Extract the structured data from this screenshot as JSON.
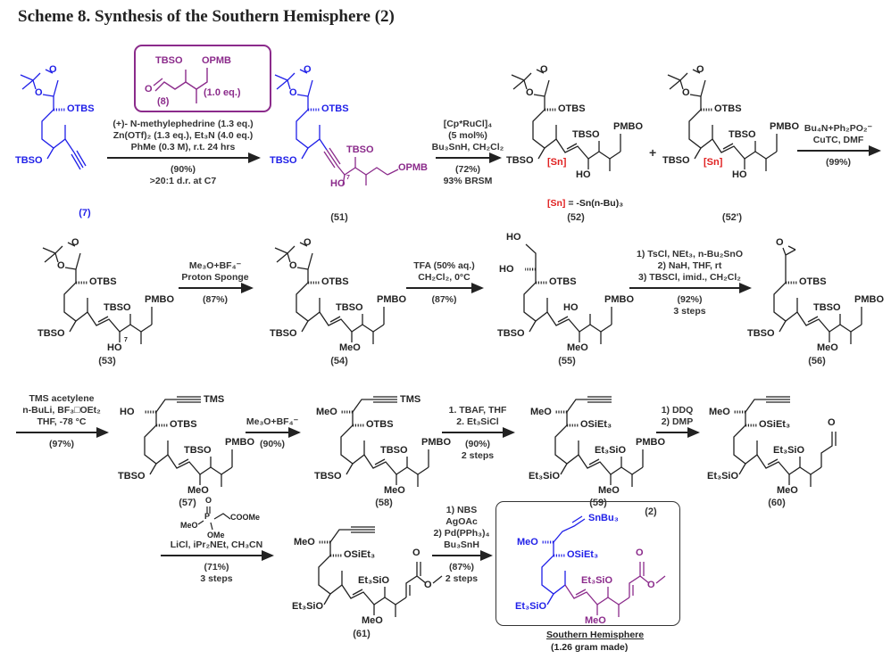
{
  "title": "Scheme 8. Synthesis of the Southern Hemisphere (2)",
  "colors": {
    "blue": "#1f1fe8",
    "purple": "#8b2b8b",
    "red": "#e02020",
    "black": "#222222"
  },
  "atom_O": "O",
  "reagent8": {
    "tbso": "TBSO",
    "opmb": "OPMB",
    "o": "O",
    "label": "(8)",
    "eq": "(1.0 eq.)"
  },
  "phosphonate": {
    "meo": "MeO",
    "p": "P",
    "o": "O",
    "ome": "OMe",
    "coome": "COOMe"
  },
  "plus": "+",
  "sn_def": {
    "tag": "[Sn]",
    "text": " = -Sn(n-Bu)₃"
  },
  "compounds": {
    "c7": {
      "label": "(7)",
      "subs": {
        "otbs": "OTBS",
        "tbso_a": "TBSO"
      }
    },
    "c51": {
      "label": "(51)",
      "subs": {
        "otbs": "OTBS",
        "tbso_a": "TBSO",
        "mid": "HO",
        "mid_note": "7",
        "tbso_b": "TBSO",
        "pmbo": "OPMB"
      }
    },
    "c52": {
      "label": "(52)",
      "subs": {
        "otbs": "OTBS",
        "tbso_a": "TBSO",
        "sn": "[Sn]",
        "mid": "HO",
        "tbso_b": "TBSO",
        "pmbo": "PMBO"
      }
    },
    "c52p": {
      "label": "(52')",
      "subs": {
        "otbs": "OTBS",
        "tbso_a": "TBSO",
        "sn": "[Sn]",
        "mid": "HO",
        "tbso_b": "TBSO",
        "pmbo": "PMBO"
      }
    },
    "c53": {
      "label": "(53)",
      "subs": {
        "otbs": "OTBS",
        "tbso_a": "TBSO",
        "mid": "HO",
        "mid_note": "7",
        "tbso_b": "TBSO",
        "pmbo": "PMBO"
      }
    },
    "c54": {
      "label": "(54)",
      "subs": {
        "otbs": "OTBS",
        "tbso_a": "TBSO",
        "mid": "MeO",
        "tbso_b": "TBSO",
        "pmbo": "PMBO"
      }
    },
    "c55": {
      "label": "(55)",
      "subs": {
        "head_top": "HO",
        "head_left": "HO",
        "otbs": "OTBS",
        "tbso_a": "TBSO",
        "mid": "MeO",
        "tbso_b": "HO",
        "pmbo": "PMBO"
      }
    },
    "c56": {
      "label": "(56)",
      "subs": {
        "epox": "O",
        "otbs": "OTBS",
        "tbso_a": "TBSO",
        "mid": "MeO",
        "tbso_b": "TBSO",
        "pmbo": "PMBO"
      }
    },
    "c57": {
      "label": "(57)",
      "subs": {
        "head_left": "HO",
        "tms": "TMS",
        "otbs": "OTBS",
        "tbso_a": "TBSO",
        "mid": "MeO",
        "tbso_b": "TBSO",
        "pmbo": "PMBO"
      }
    },
    "c58": {
      "label": "(58)",
      "subs": {
        "head_left": "MeO",
        "tms": "TMS",
        "otbs": "OTBS",
        "tbso_a": "TBSO",
        "mid": "MeO",
        "tbso_b": "TBSO",
        "pmbo": "PMBO"
      }
    },
    "c59": {
      "label": "(59)",
      "subs": {
        "head_left": "MeO",
        "otbs": "OSiEt₃",
        "tbso_a": "Et₃SiO",
        "mid": "MeO",
        "tbso_b": "Et₃SiO",
        "pmbo": "PMBO"
      }
    },
    "c60": {
      "label": "(60)",
      "subs": {
        "head_left": "MeO",
        "otbs": "OSiEt₃",
        "tbso_a": "Et₃SiO",
        "mid": "MeO",
        "tbso_b": "Et₃SiO",
        "end_o": "O"
      }
    },
    "c61": {
      "label": "(61)",
      "subs": {
        "head_left": "MeO",
        "otbs": "OSiEt₃",
        "tbso_a": "Et₃SiO",
        "mid": "MeO",
        "tbso_b": "Et₃SiO",
        "end_o": "O",
        "ester_o": "O"
      }
    },
    "c2": {
      "label": "(2)",
      "subs": {
        "head_left": "MeO",
        "snbu3": "SnBu₃",
        "otbs": "OSiEt₃",
        "tbso_a": "Et₃SiO",
        "mid": "MeO",
        "tbso_b": "Et₃SiO",
        "end_o": "O",
        "ester_o": "O"
      },
      "name": "Southern Hemisphere",
      "note": "(1.26 gram made)"
    }
  },
  "steps": [
    {
      "above": [
        "(+)- N-methylephedrine (1.3 eq.)",
        "Zn(OTf)₂ (1.3 eq.), Et₃N (4.0 eq.)",
        "PhMe (0.3 M), r.t. 24 hrs"
      ],
      "below": [
        "(90%)",
        ">20:1 d.r. at C7"
      ]
    },
    {
      "above": [
        "[Cp*RuCl]₄",
        "(5 mol%)",
        "Bu₃SnH, CH₂Cl₂"
      ],
      "below": [
        "(72%)",
        "93% BRSM"
      ]
    },
    {
      "above": [
        "Bu₄N+Ph₂PO₂⁻",
        "CuTC, DMF"
      ],
      "below": [
        "(99%)"
      ]
    },
    {
      "above": [
        "Me₃O+BF₄⁻",
        "Proton Sponge"
      ],
      "below": [
        "(87%)"
      ]
    },
    {
      "above": [
        "TFA (50% aq.)",
        "CH₂Cl₂, 0°C"
      ],
      "below": [
        "(87%)"
      ]
    },
    {
      "above": [
        "1) TsCl, NEt₃, n-Bu₂SnO",
        "2) NaH, THF, rt",
        "3) TBSCl, imid., CH₂Cl₂"
      ],
      "below": [
        "(92%)",
        "3 steps"
      ]
    },
    {
      "above": [
        "TMS acetylene",
        "n-BuLi, BF₃□OEt₂",
        "THF, -78 °C"
      ],
      "below": [
        "(97%)"
      ]
    },
    {
      "above": [
        "Me₃O+BF₄⁻"
      ],
      "below": [
        "(90%)"
      ]
    },
    {
      "above": [
        "1. TBAF, THF",
        "2. Et₃SiCl"
      ],
      "below": [
        "(90%)",
        "2 steps"
      ]
    },
    {
      "above": [
        "1) DDQ",
        "2) DMP"
      ],
      "below": []
    },
    {
      "above": [
        "LiCl, iPr₂NEt, CH₃CN"
      ],
      "below": [
        "(71%)",
        "3 steps"
      ]
    },
    {
      "above": [
        "1) NBS",
        "AgOAc",
        "2) Pd(PPh₃)₄",
        "Bu₃SnH"
      ],
      "below": [
        "(87%)",
        "2 steps"
      ]
    }
  ]
}
